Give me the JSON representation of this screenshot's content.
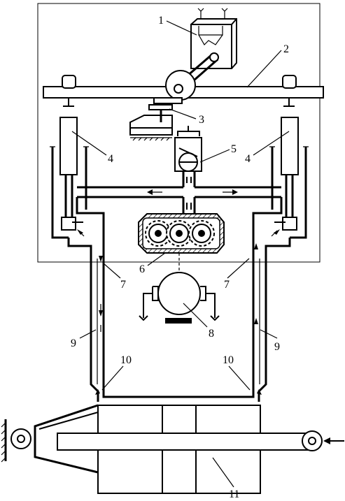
{
  "labels": {
    "l1": "1",
    "l2": "2",
    "l3": "3",
    "l4_left": "4",
    "l4_right": "4",
    "l5": "5",
    "l6": "6",
    "l7_left": "7",
    "l7_right": "7",
    "l8": "8",
    "l9_left": "9",
    "l9_right": "9",
    "l10_left": "10",
    "l10_right": "10",
    "l11": "11"
  },
  "icons": {
    "input_arrow": "arrow-left-icon",
    "ground": "hatched-ground-icon"
  }
}
